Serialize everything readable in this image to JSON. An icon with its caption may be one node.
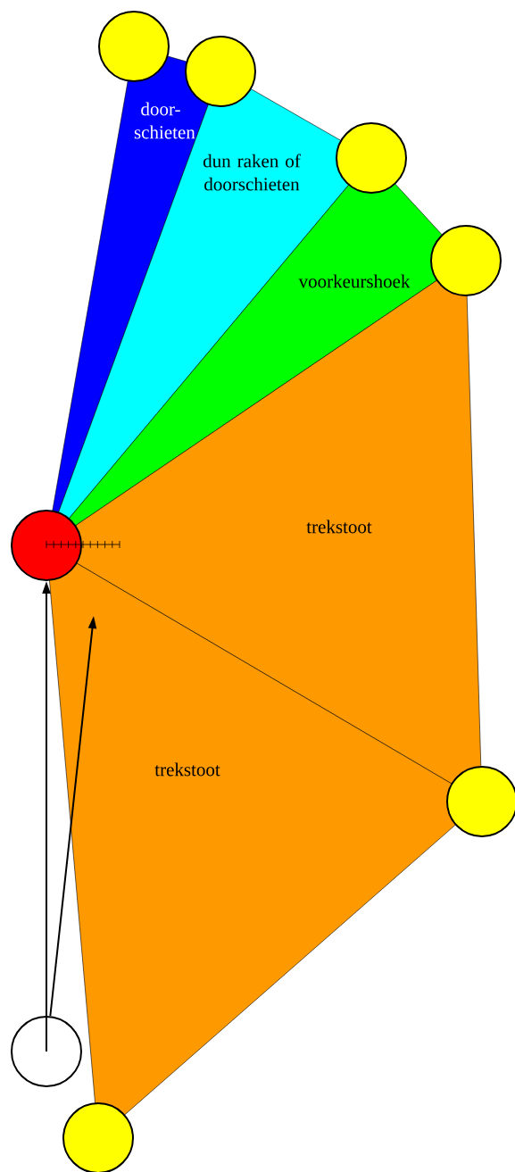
{
  "diagram": {
    "nodes": [
      {
        "text": [
          "door- schieten"
        ]
      },
      {
        "text": [
          "dun raken of doorschieten"
        ]
      },
      {
        "text": [
          "voorkeurshoek"
        ]
      },
      {
        "text": [
          "trekstoot"
        ]
      },
      {
        "text": [
          "trekstoot"
        ]
      },
      {
        "text": [],
        "shape": "circle"
      },
      {
        "text": [],
        "shape": "circle"
      },
      {
        "text": [],
        "shape": "circle"
      },
      {
        "text": [],
        "shape": "circle"
      },
      {
        "text": [],
        "shape": "circle"
      },
      {
        "text": [],
        "shape": "circle"
      },
      {
        "text": [],
        "shape": "circle"
      },
      {
        "text": [],
        "shape": "circle"
      }
    ],
    "edges": [
      {
        "from": 12,
        "to": 5,
        "arrow": "to"
      },
      {
        "from": 12,
        "to": 4,
        "arrow": "to"
      }
    ]
  }
}
